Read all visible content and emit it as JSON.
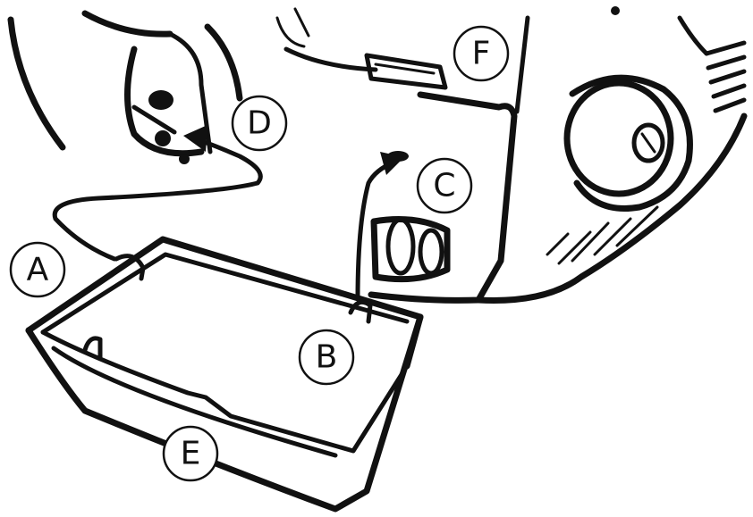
{
  "labels": {
    "a": "A",
    "b": "B",
    "c": "C",
    "d": "D",
    "e": "E",
    "f": "F"
  },
  "colors": {
    "ink": "#111111",
    "background": "#ffffff"
  }
}
